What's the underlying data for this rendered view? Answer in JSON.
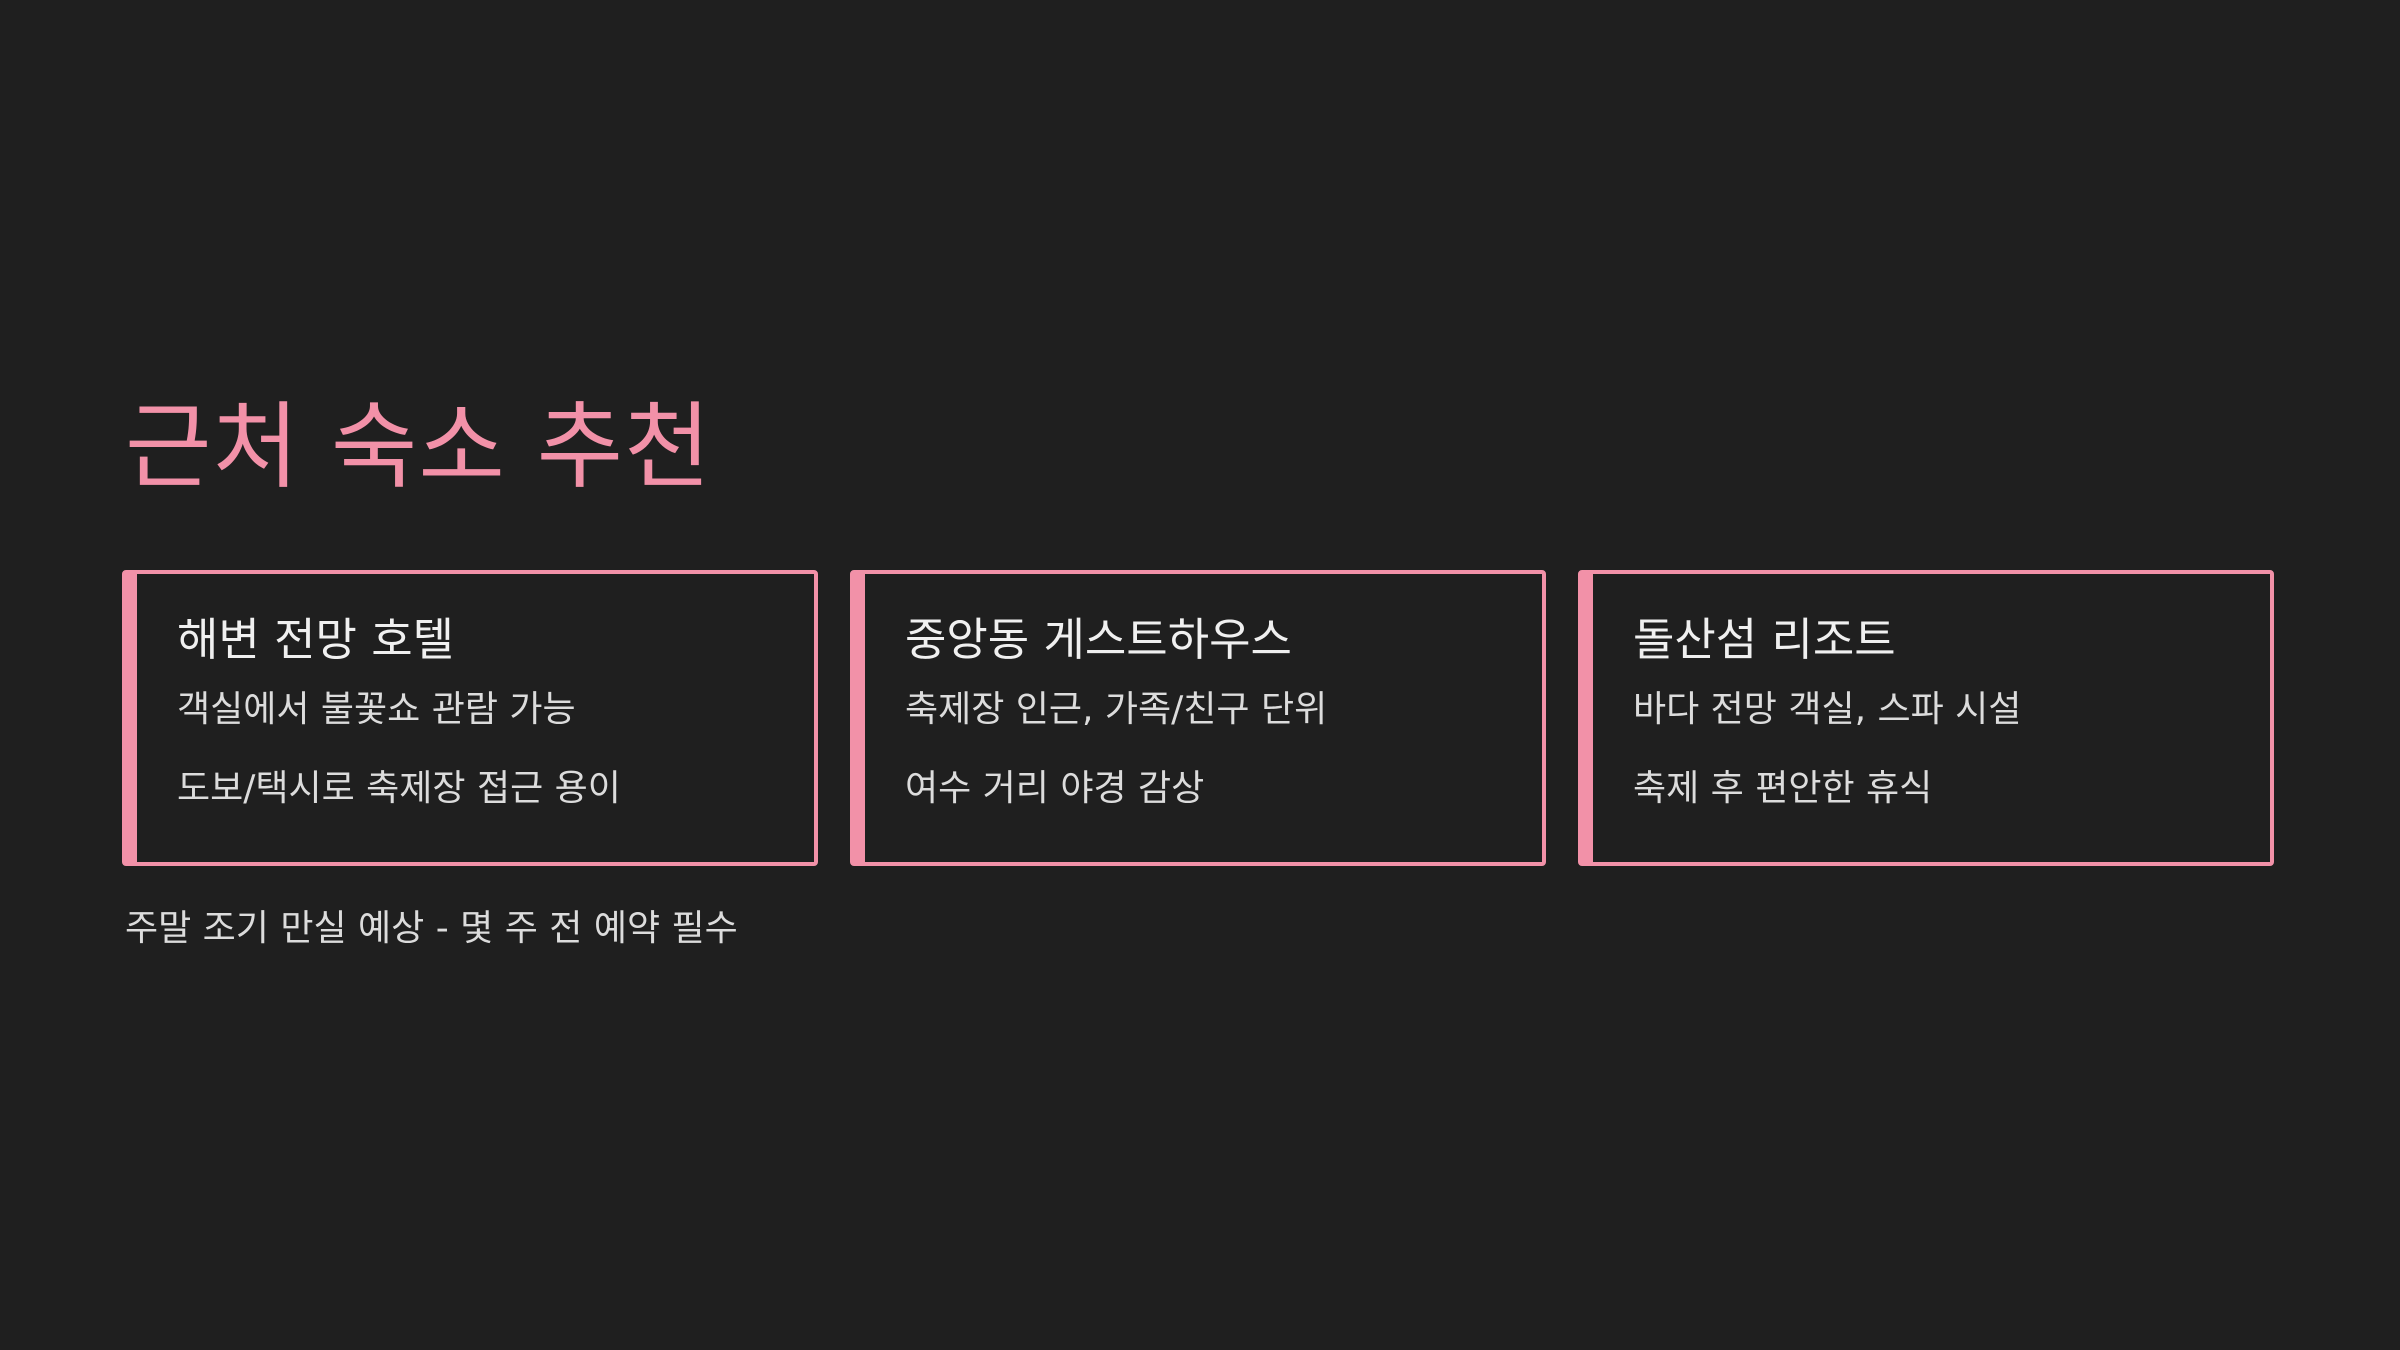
{
  "slide": {
    "title": "근처 숙소 추천",
    "cards": [
      {
        "title": "해변 전망 호텔",
        "lines": [
          "객실에서 불꽃쇼 관람 가능",
          "도보/택시로 축제장 접근 용이"
        ]
      },
      {
        "title": "중앙동 게스트하우스",
        "lines": [
          "축제장 인근, 가족/친구 단위",
          "여수 거리 야경 감상"
        ]
      },
      {
        "title": "돌산섬 리조트",
        "lines": [
          "바다 전망 객실, 스파 시설",
          "축제 후 편안한 휴식"
        ]
      }
    ],
    "footnote": "주말 조기 만실 예상 - 몇 주 전 예약 필수"
  },
  "colors": {
    "background": "#1f1f1f",
    "accent": "#f291a8",
    "text": "#e6e6e6"
  }
}
